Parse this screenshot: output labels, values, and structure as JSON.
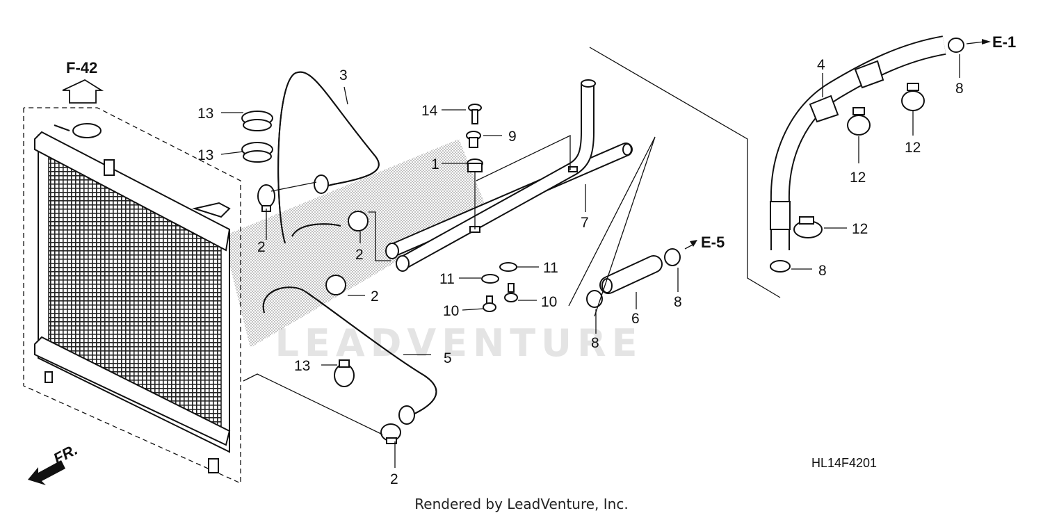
{
  "refs": {
    "f42": "F-42",
    "e1": "E-1",
    "e5": "E-5",
    "fr": "FR."
  },
  "callouts": {
    "c1": "1",
    "c2a": "2",
    "c2b": "2",
    "c2c": "2",
    "c2d": "2",
    "c3": "3",
    "c4": "4",
    "c5": "5",
    "c6": "6",
    "c7": "7",
    "c8a": "8",
    "c8b": "8",
    "c8c": "8",
    "c8d": "8",
    "c9": "9",
    "c10a": "10",
    "c10b": "10",
    "c11a": "11",
    "c11b": "11",
    "c12a": "12",
    "c12b": "12",
    "c12c": "12",
    "c13a": "13",
    "c13b": "13",
    "c13c": "13",
    "c14": "14"
  },
  "diagram_code": "HL14F4201",
  "credit": "Rendered by LeadVenture, Inc.",
  "watermark": "LEADVENTURE"
}
